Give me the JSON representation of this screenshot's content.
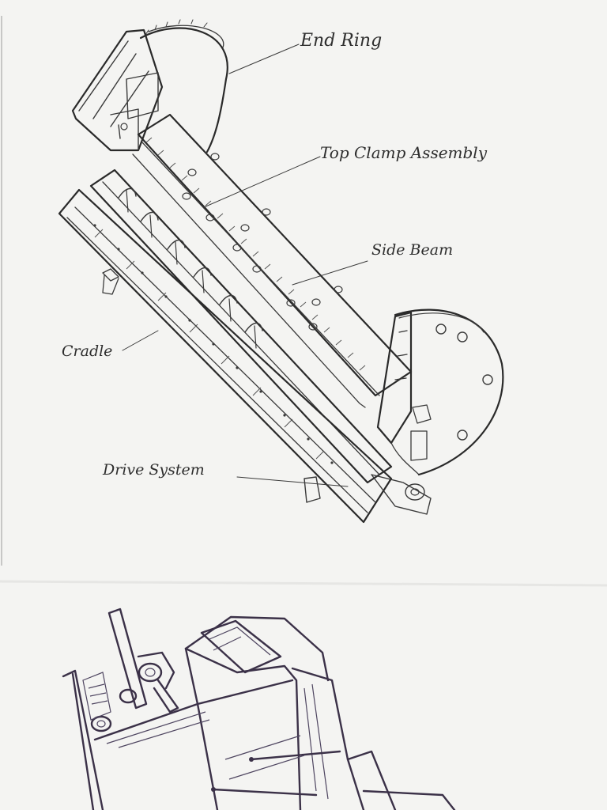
{
  "labels": {
    "end_ring": "End Ring",
    "top_clamp": "Top Clamp Assembly",
    "side_beam": "Side Beam",
    "cradle": "Cradle",
    "drive_system": "Drive System"
  }
}
